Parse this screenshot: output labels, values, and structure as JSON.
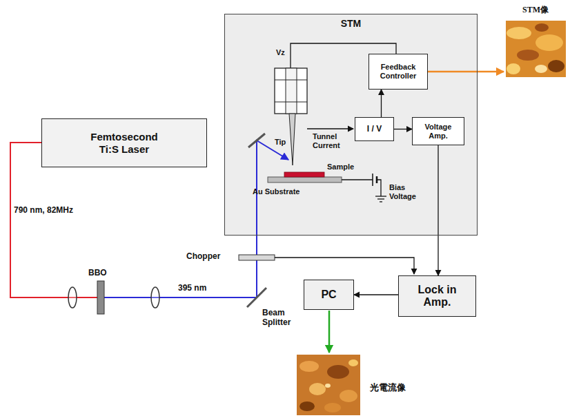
{
  "diagram": {
    "nodes": [
      {
        "text": [
          "STM"
        ]
      },
      {
        "text": [
          "Feedback Controller"
        ],
        "in": 0
      },
      {
        "text": [
          "I / V"
        ],
        "in": 0
      },
      {
        "text": [
          "Voltage Amp."
        ],
        "in": 0
      },
      {
        "text": [
          "Femtosecond Ti:S Laser"
        ]
      },
      {
        "text": [
          "PC"
        ]
      },
      {
        "text": [
          "Lock in Amp."
        ]
      }
    ],
    "edges": [
      {
        "from": 2,
        "to": 1,
        "arrow": "to"
      },
      {
        "from": 2,
        "to": 3,
        "arrow": "to"
      },
      {
        "from": 3,
        "to": 6,
        "arrow": "to"
      },
      {
        "from": 6,
        "to": 5,
        "arrow": "to"
      }
    ],
    "labels": [
      "STM像",
      "Vz",
      "Tip",
      "Tunnel Current",
      "Sample",
      "Au Substrate",
      "Bias Voltage",
      "790 nm, 82MHz",
      "BBO",
      "395 nm",
      "Chopper",
      "Beam Splitter",
      "光電流像"
    ]
  }
}
